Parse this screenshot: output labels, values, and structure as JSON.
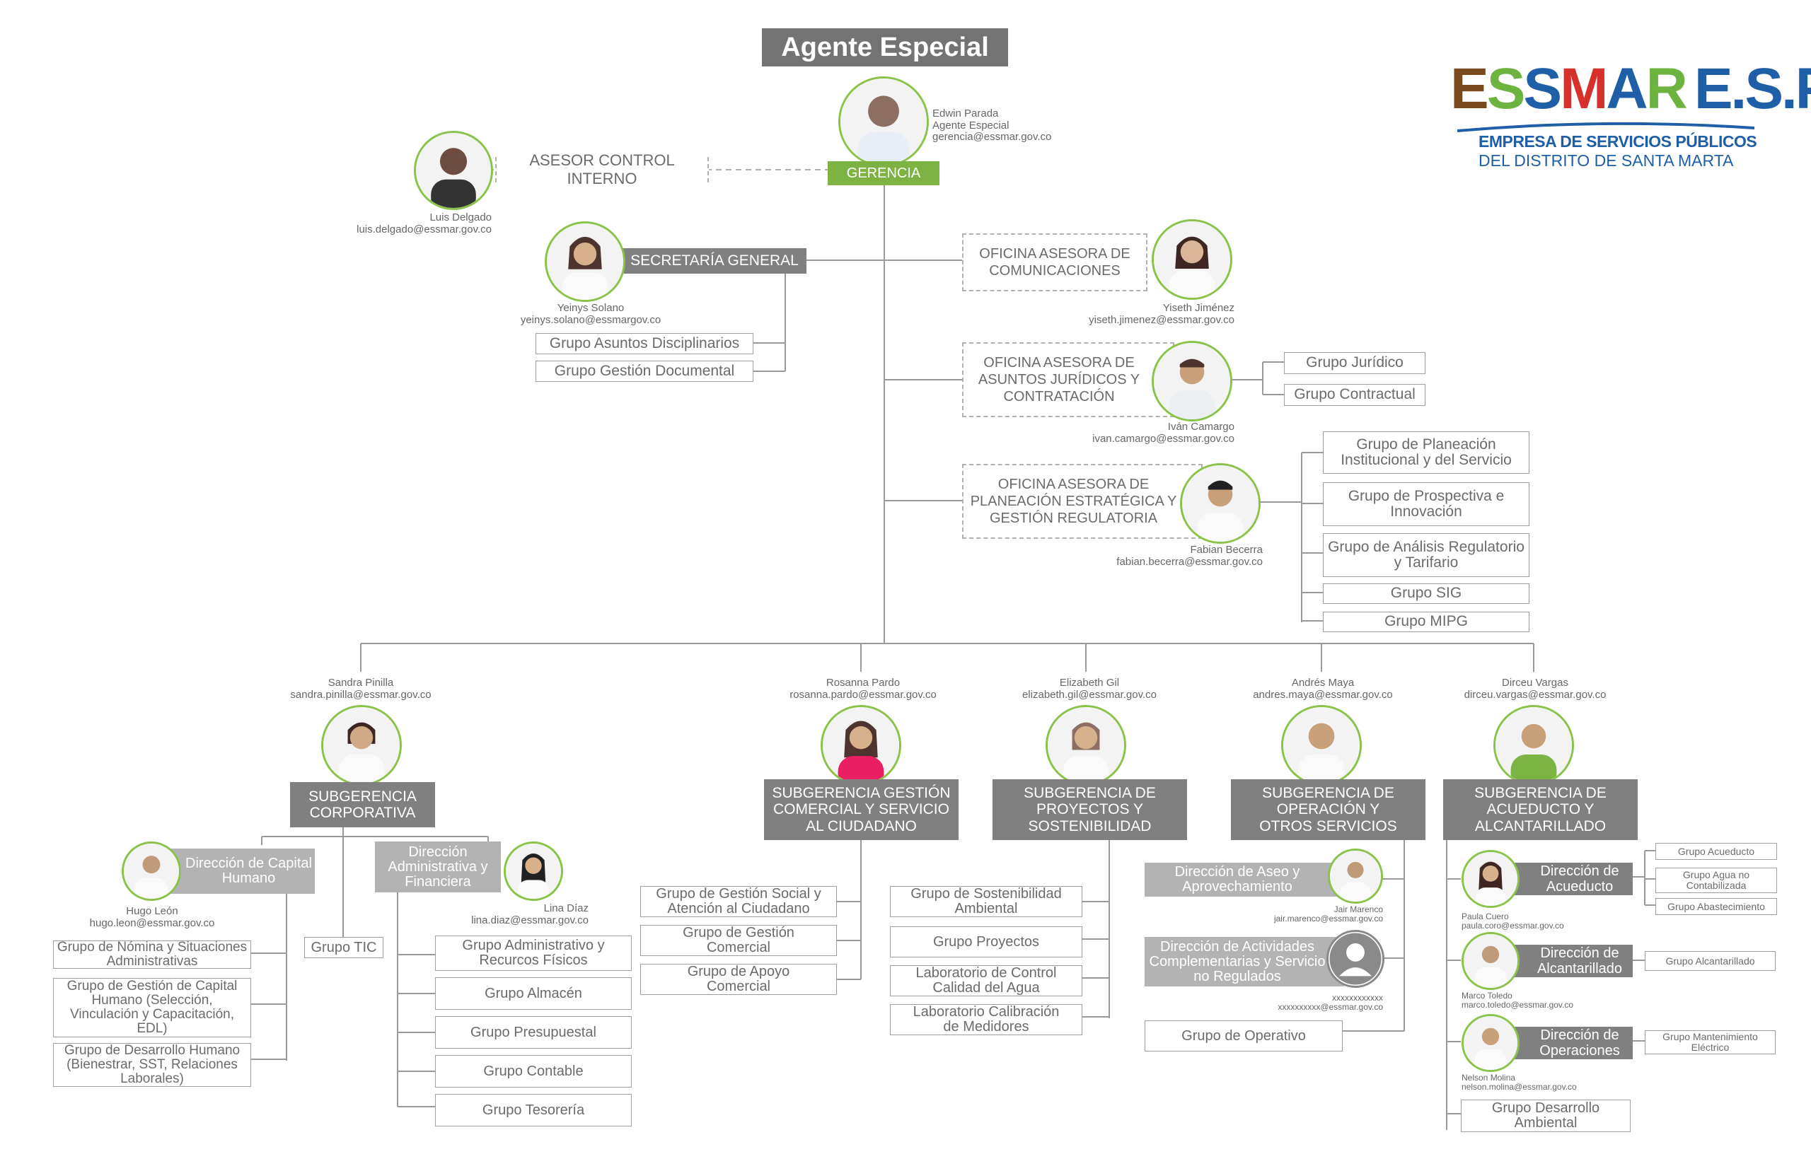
{
  "title": "Agente Especial",
  "logo": {
    "brand": "ESSMAR E.S.P.",
    "line1": "EMPRESA DE SERVICIOS PÚBLICOS",
    "line2": "DEL DISTRITO DE SANTA MARTA",
    "colors": {
      "brown": "#7a4a1e",
      "green": "#6db33f",
      "blue": "#1f5fa8",
      "red": "#d6322b"
    }
  },
  "gerencia": {
    "label": "GERENCIA",
    "name": "Edwin Parada",
    "role": "Agente Especial",
    "email": "gerencia@essmar.gov.co"
  },
  "asesor": {
    "label": "ASESOR CONTROL INTERNO",
    "name": "Luis Delgado",
    "email": "luis.delgado@essmar.gov.co"
  },
  "secretaria": {
    "label": "SECRETARÍA GENERAL",
    "name": "Yeinys Solano",
    "email": "yeinys.solano@essmargov.co",
    "groups": [
      "Grupo Asuntos Disciplinarios",
      "Grupo Gestión Documental"
    ]
  },
  "comunicaciones": {
    "label": "OFICINA ASESORA DE COMUNICACIONES",
    "name": "Yiseth Jiménez",
    "email": "yiseth.jimenez@essmar.gov.co"
  },
  "juridicos": {
    "label": "OFICINA ASESORA DE ASUNTOS JURÍDICOS Y CONTRATACIÓN",
    "name": "Iván Camargo",
    "email": "ivan.camargo@essmar.gov.co",
    "groups": [
      "Grupo Jurídico",
      "Grupo Contractual"
    ]
  },
  "planeacion": {
    "label": "OFICINA ASESORA DE PLANEACIÓN ESTRATÉGICA Y GESTIÓN REGULATORIA",
    "name": "Fabian Becerra",
    "email": "fabian.becerra@essmar.gov.co",
    "groups": [
      "Grupo de Planeación Institucional y del Servicio",
      "Grupo de Prospectiva e Innovación",
      "Grupo de Análisis Regulatorio y Tarifario",
      "Grupo SIG",
      "Grupo MIPG"
    ]
  },
  "corporativa": {
    "label": "SUBGERENCIA CORPORATIVA",
    "name": "Sandra Pinilla",
    "email": "sandra.pinilla@essmar.gov.co",
    "capital": {
      "label": "Dirección de Capital Humano",
      "name": "Hugo León",
      "email": "hugo.leon@essmar.gov.co",
      "groups": [
        "Grupo de Nómina y Situaciones Administrativas",
        "Grupo de Gestión de Capital Humano (Selección, Vinculación y Capacitación, EDL)",
        "Grupo de Desarrollo Humano (Bienestrar, SST, Relaciones Laborales)"
      ]
    },
    "tic": "Grupo TIC",
    "admin": {
      "label": "Dirección Administrativa y Financiera",
      "name": "Lina Díaz",
      "email": "lina.diaz@essmar.gov.co",
      "groups": [
        "Grupo Administrativo y Recurcos Físicos",
        "Grupo Almacén",
        "Grupo Presupuestal",
        "Grupo Contable",
        "Grupo Tesorería"
      ]
    }
  },
  "comercial": {
    "label": "SUBGERENCIA GESTIÓN COMERCIAL Y SERVICIO AL CIUDADANO",
    "name": "Rosanna Pardo",
    "email": "rosanna.pardo@essmar.gov.co",
    "groups": [
      "Grupo de Gestión Social y Atención al Ciudadano",
      "Grupo de Gestión Comercial",
      "Grupo de Apoyo Comercial"
    ]
  },
  "proyectos": {
    "label": "SUBGERENCIA DE PROYECTOS Y SOSTENIBILIDAD",
    "name": "Elizabeth Gil",
    "email": "elizabeth.gil@essmar.gov.co",
    "groups": [
      "Grupo de Sostenibilidad Ambiental",
      "Grupo Proyectos",
      "Laboratorio de Control Calidad del Agua",
      "Laboratorio Calibración de Medidores"
    ]
  },
  "operacion": {
    "label": "SUBGERENCIA DE OPERACIÓN Y OTROS SERVICIOS",
    "name": "Andrés Maya",
    "email": "andres.maya@essmar.gov.co",
    "aseo": {
      "label": "Dirección de Aseo y Aprovechamiento",
      "name": "Jair Marenco",
      "email": "jair.marenco@essmar.gov.co"
    },
    "actividades": {
      "label": "Dirección de Actividades Complementarias y Servicio no Regulados",
      "name": "xxxxxxxxxxxx",
      "email": "xxxxxxxxxx@essmar.gov.co"
    },
    "operativo": "Grupo de Operativo"
  },
  "acueducto": {
    "label": "SUBGERENCIA DE ACUEDUCTO Y ALCANTARILLADO",
    "name": "Dirceu Vargas",
    "email": "dirceu.vargas@essmar.gov.co",
    "dir_acueducto": {
      "label": "Dirección de Acueducto",
      "name": "Paula Cuero",
      "email": "paula.coro@essmar.gov.co",
      "groups": [
        "Grupo Acueducto",
        "Grupo Agua no Contabilizada",
        "Grupo Abastecimiento"
      ]
    },
    "dir_alcantarillado": {
      "label": "Dirección de Alcantarillado",
      "name": "Marco Toledo",
      "email": "marco.toledo@essmar.gov.co",
      "groups": [
        "Grupo Alcantarillado"
      ]
    },
    "dir_operaciones": {
      "label": "Dirección de Operaciones",
      "name": "Nelson Molina",
      "email": "nelson.molina@essmar.gov.co",
      "groups": [
        "Grupo Mantenimiento Eléctrico"
      ]
    },
    "ambiental": "Grupo Desarrollo Ambiental"
  }
}
